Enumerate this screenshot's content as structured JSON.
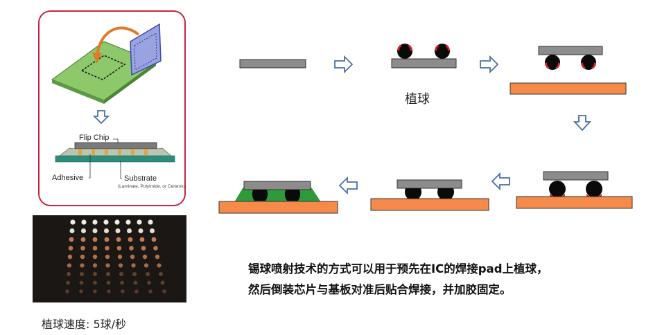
{
  "left_panel": {
    "flip_chip_label": "Flip Chip",
    "adhesive_label": "Adhesive",
    "substrate_label": "Substrate",
    "substrate_note": "(Laminate, Polyimide, or Ceramic)"
  },
  "photo_caption": "植球速度: 5球/秒",
  "process": {
    "step2_caption": "植球"
  },
  "description": {
    "line1": "锡球喷射技术的方式可以用于预先在IC的焊接pad上植球，",
    "line2": "然后倒装芯片与基板对准后贴合焊接，并加胶固定。"
  },
  "colors": {
    "chip_gray": "#8c8c8c",
    "substrate_orange": "#f58a4a",
    "solder_ball": "#0a0a0a",
    "red_highlight": "#e0202a",
    "underfill_green": "#2f9a3a",
    "arrow_blue": "#4a6fa5",
    "frame_red": "#c8233f"
  }
}
